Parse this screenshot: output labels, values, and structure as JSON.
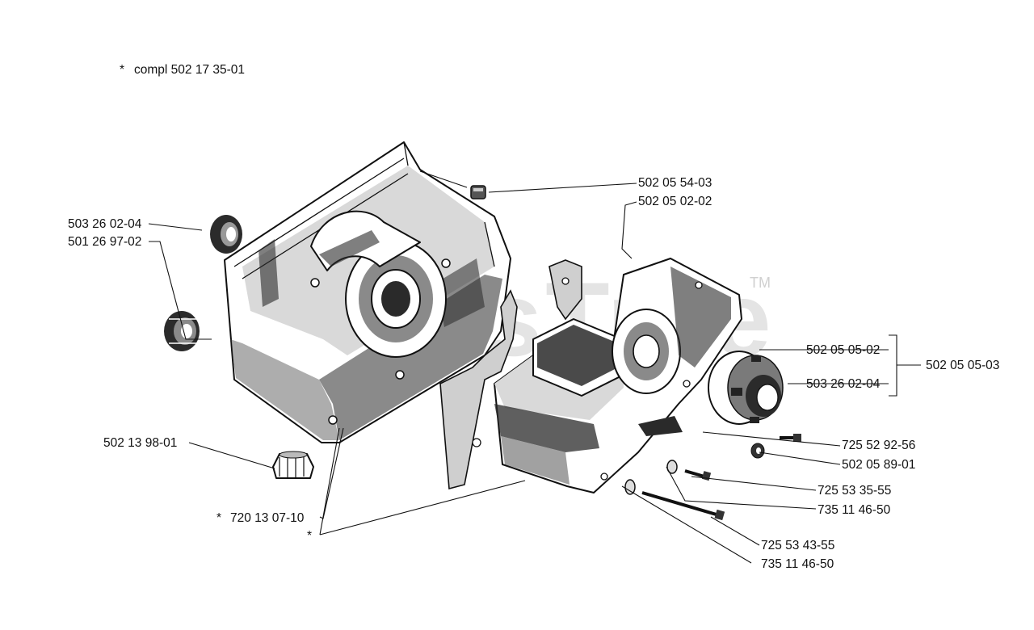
{
  "note": {
    "star": "*",
    "text": "compl 502 17 35-01"
  },
  "watermark": {
    "text": "PartsTree",
    "tm": "TM"
  },
  "labels": {
    "p1": "503 26 02-04",
    "p2": "501 26 97-02",
    "p3": "502 13 98-01",
    "p4_star": "*",
    "p4": "720 13 07-10",
    "p5_star": "*",
    "p6": "502 05 54-03",
    "p7": "502 05 02-02",
    "p8": "502 05 05-02",
    "p9": "503 26 02-04",
    "p10": "502 05 05-03",
    "p11": "725 52 92-56",
    "p12": "502 05 89-01",
    "p13": "725 53 35-55",
    "p14": "735 11 46-50",
    "p15": "725 53 43-55",
    "p16": "735 11 46-50"
  }
}
